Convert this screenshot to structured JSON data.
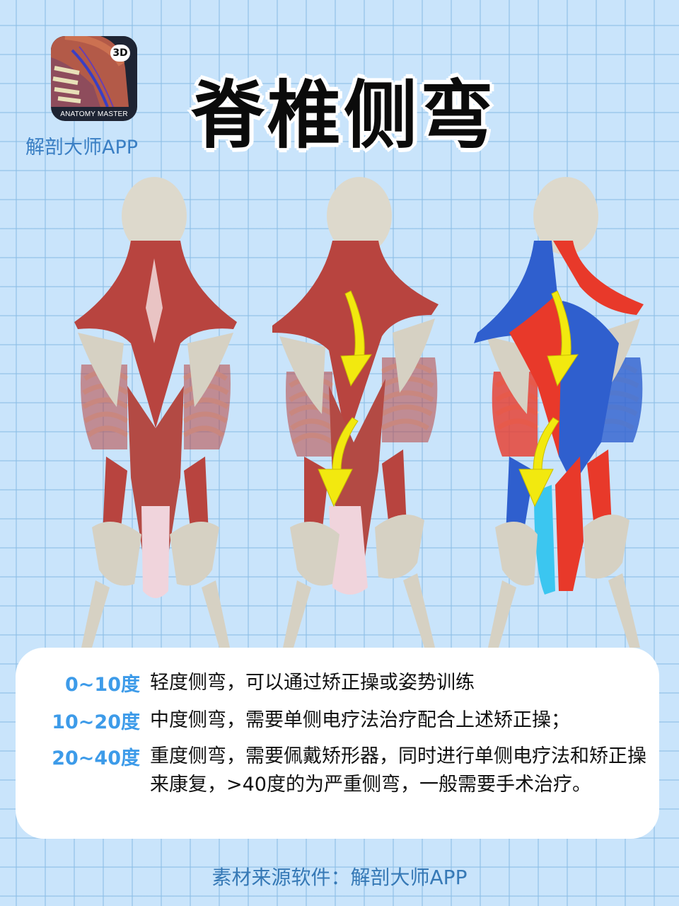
{
  "app": {
    "icon_badge": "3D",
    "icon_caption": "ANATOMY MASTER",
    "name": "解剖大师APP"
  },
  "title": "脊椎侧弯",
  "figures": [
    {
      "label": "normal-back-muscles",
      "arrows": false,
      "palette": "red"
    },
    {
      "label": "scoliosis-back-muscles-arrows",
      "arrows": true,
      "palette": "red"
    },
    {
      "label": "scoliosis-colored-muscles-arrows",
      "arrows": true,
      "palette": "red-blue"
    }
  ],
  "colors": {
    "background": "#c9e4fb",
    "degree_accent": "#3d9be9",
    "footer_text": "#3679b6",
    "arrow": "#f2e90f",
    "muscle_red": "#b8443f",
    "muscle_blue_strain": "#2f5fce",
    "muscle_red_strain": "#e8392a"
  },
  "info": {
    "items": [
      {
        "range": "0~10度",
        "text": "轻度侧弯，可以通过矫正操或姿势训练"
      },
      {
        "range": "10~20度",
        "text": "中度侧弯，需要单侧电疗法治疗配合上述矫正操；"
      },
      {
        "range": "20~40度",
        "text": "重度侧弯，需要佩戴矫形器，同时进行单侧电疗法和矫正操来康复，>40度的为严重侧弯，一般需要手术治疗。"
      }
    ]
  },
  "footer": "素材来源软件：解剖大师APP"
}
